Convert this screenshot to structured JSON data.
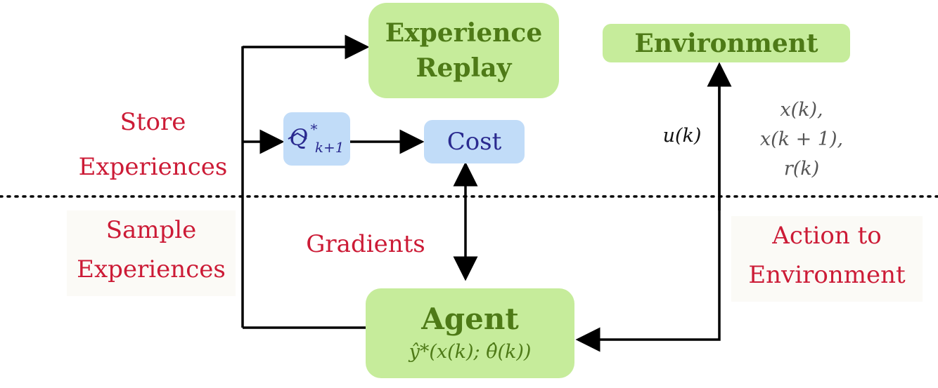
{
  "nodes": {
    "experience_replay": {
      "line1": "Experience",
      "line2": "Replay"
    },
    "environment": {
      "label": "Environment"
    },
    "q_target": {
      "symbol": "Q",
      "superscript": "*",
      "subscript": "k+1"
    },
    "cost": {
      "label": "Cost"
    },
    "agent": {
      "label": "Agent",
      "formula": "ŷ*(x(k); θ̂(k))"
    }
  },
  "labels": {
    "store": {
      "line1": "Store",
      "line2": "Experiences"
    },
    "sample": {
      "line1": "Sample",
      "line2": "Experiences"
    },
    "gradients": "Gradients",
    "action": {
      "line1": "Action to",
      "line2": "Environment"
    },
    "control": "u(k)",
    "observations": {
      "line1": "x(k),",
      "line2": "x(k + 1),",
      "line3": "r(k)"
    }
  },
  "colors": {
    "green_box": "#c6ec9b",
    "green_text": "#4e7a17",
    "blue_box": "#c1dcf8",
    "blue_text": "#2a2a8f",
    "red_text": "#cc1b36"
  }
}
